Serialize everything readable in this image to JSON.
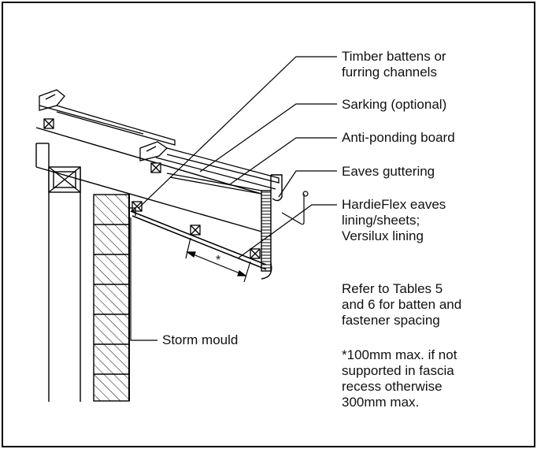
{
  "labels": {
    "timber_battens": "Timber battens or\nfurring channels",
    "sarking": "Sarking (optional)",
    "anti_ponding": "Anti-ponding board",
    "eaves_guttering": "Eaves guttering",
    "hardieflex": "HardieFlex eaves\nlining/sheets;\nVersilux lining",
    "storm_mould": "Storm mould",
    "refer_note": "Refer to Tables 5\nand 6 for batten and\nfastener spacing",
    "max_note": "*100mm max. if not\nsupported in fascia\nrecess otherwise\n300mm max.",
    "dimension_mark": "*"
  }
}
